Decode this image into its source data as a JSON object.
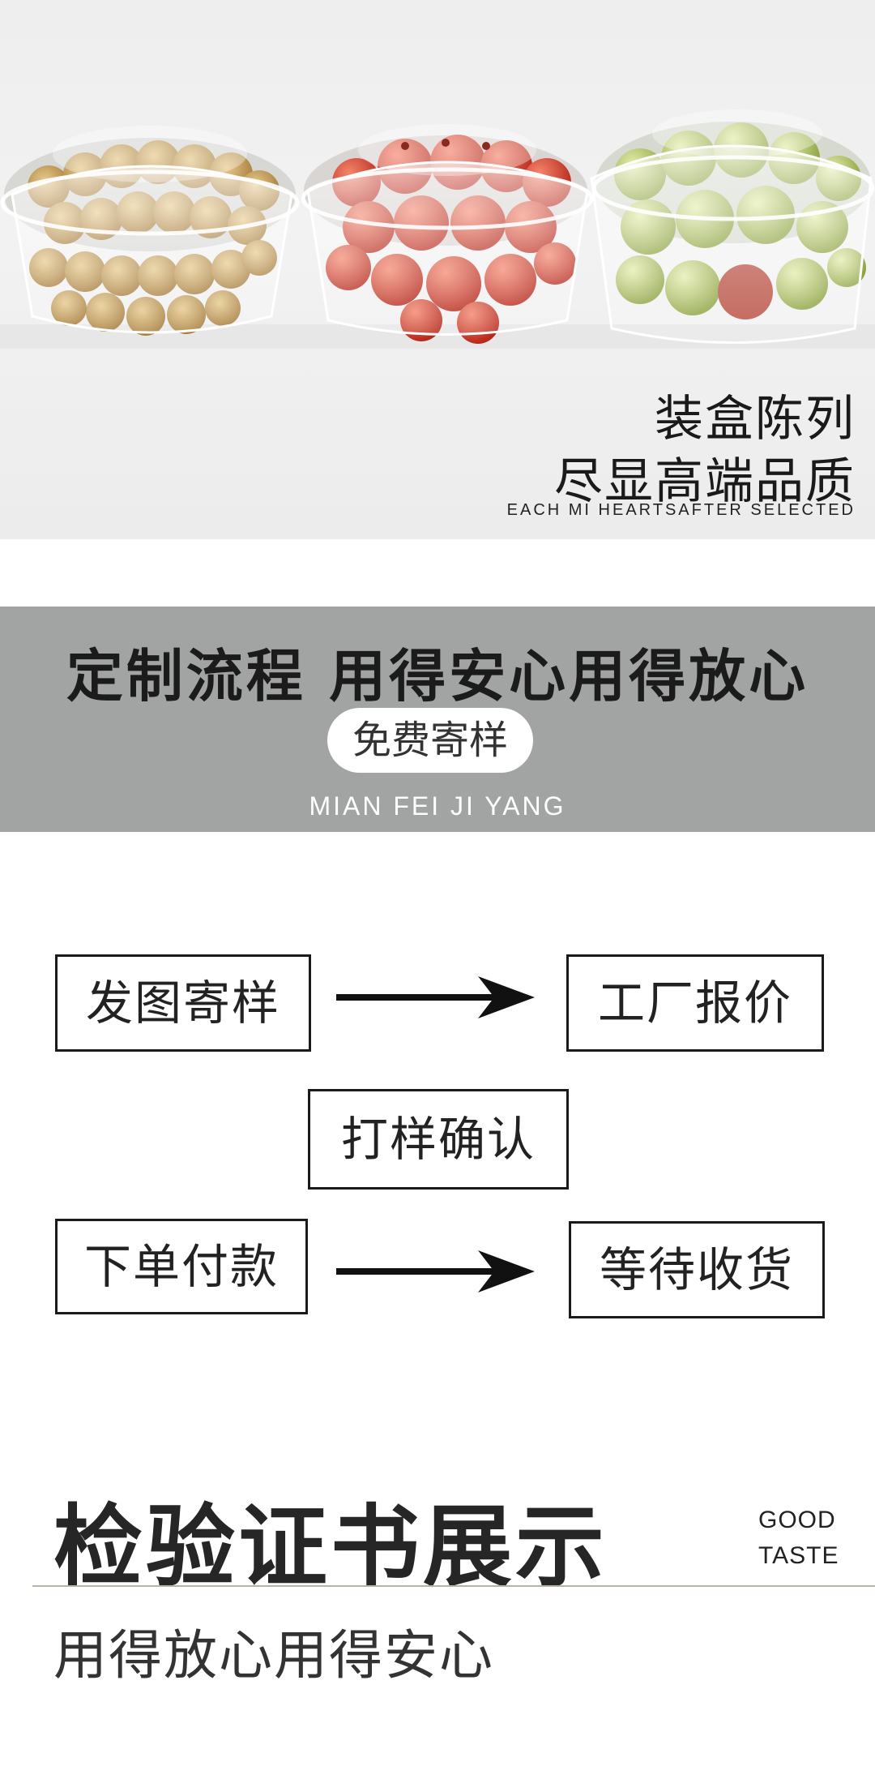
{
  "hero": {
    "line1": "装盒陈列",
    "line2": "尽显高端品质",
    "english": "EACH MI HEARTSAFTER SELECTED"
  },
  "process": {
    "title": "定制流程  用得安心用得放心",
    "pill": "免费寄样",
    "english": "MIAN FEI JI YANG"
  },
  "flow": {
    "step1": "发图寄样",
    "step2": "工厂报价",
    "step3": "打样确认",
    "step4": "下单付款",
    "step5": "等待收货"
  },
  "certificate": {
    "title": "检验证书展示",
    "badge_line1": "GOOD",
    "badge_line2": "TASTE",
    "subtitle": "用得放心用得安心"
  },
  "colors": {
    "band": "#a2a4a3",
    "text": "#1b1b1b",
    "divider": "#b8b2a2"
  }
}
